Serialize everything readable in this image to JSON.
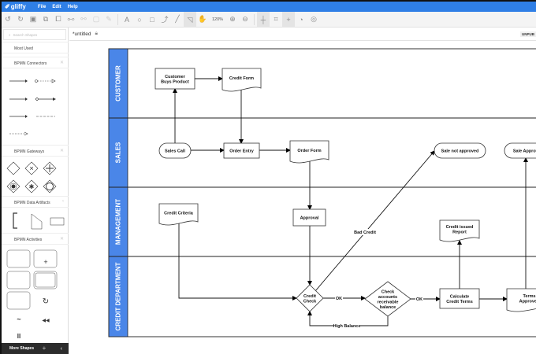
{
  "app": {
    "logo": "gliffy",
    "menu": [
      "File",
      "Edit",
      "Help"
    ],
    "accent": "#2f7fe6",
    "lane_color": "#4a86e8"
  },
  "toolbar": {
    "icons": [
      "undo-icon",
      "redo-icon",
      "save-icon",
      "copy-icon",
      "group-icon",
      "ungroup-icon",
      "link-icon",
      "image-icon",
      "pen-icon",
      "text-icon",
      "ellipse-icon",
      "rectangle-icon",
      "connector-icon",
      "line-icon",
      "pointer-icon",
      "hand-icon"
    ],
    "zoom": "120%",
    "right_icons": [
      "zoom-in-icon",
      "zoom-out-icon",
      "grid-icon",
      "crop-icon",
      "crosshair-icon",
      "theme-icon",
      "layers-icon"
    ]
  },
  "sidebar": {
    "search_placeholder": "Search Shapes",
    "sections": [
      "Most Used",
      "BPMN Connectors",
      "BPMN Gateways",
      "BPMN Data Artifacts",
      "BPMN Activities"
    ],
    "more_shapes": "More Shapes"
  },
  "document": {
    "title": "*untitled",
    "status": "UNPUB"
  },
  "diagram": {
    "lanes": [
      "CUSTOMER",
      "SALES",
      "MANAGEMENT",
      "CREDIT DEPARTMENT"
    ],
    "shapes": {
      "customer_buys_product": [
        "Customer",
        "Buys Product"
      ],
      "credit_form": [
        "Credit Form"
      ],
      "sales_call": [
        "Sales Call"
      ],
      "order_entry": [
        "Order Entry"
      ],
      "order_form": [
        "Order Form"
      ],
      "sale_not_approved": [
        "Sale not approved"
      ],
      "sale_approved": [
        "Sale Approved"
      ],
      "credit_criteria": [
        "Credit Criteria"
      ],
      "approval": [
        "Approval"
      ],
      "credit_issued_report": [
        "Credit issued",
        "Report"
      ],
      "credit_check": [
        "Credit",
        "Check"
      ],
      "check_accounts": [
        "Check",
        "accounts",
        "receivable",
        "balance"
      ],
      "calculate_credit_terms": [
        "Calculate",
        "Credit Terms"
      ],
      "terms_approved": [
        "Terms",
        "Approved"
      ]
    },
    "edge_labels": {
      "bad_credit": "Bad Credit",
      "ok1": "OK",
      "ok2": "OK",
      "high_balance": "High Balance"
    }
  }
}
